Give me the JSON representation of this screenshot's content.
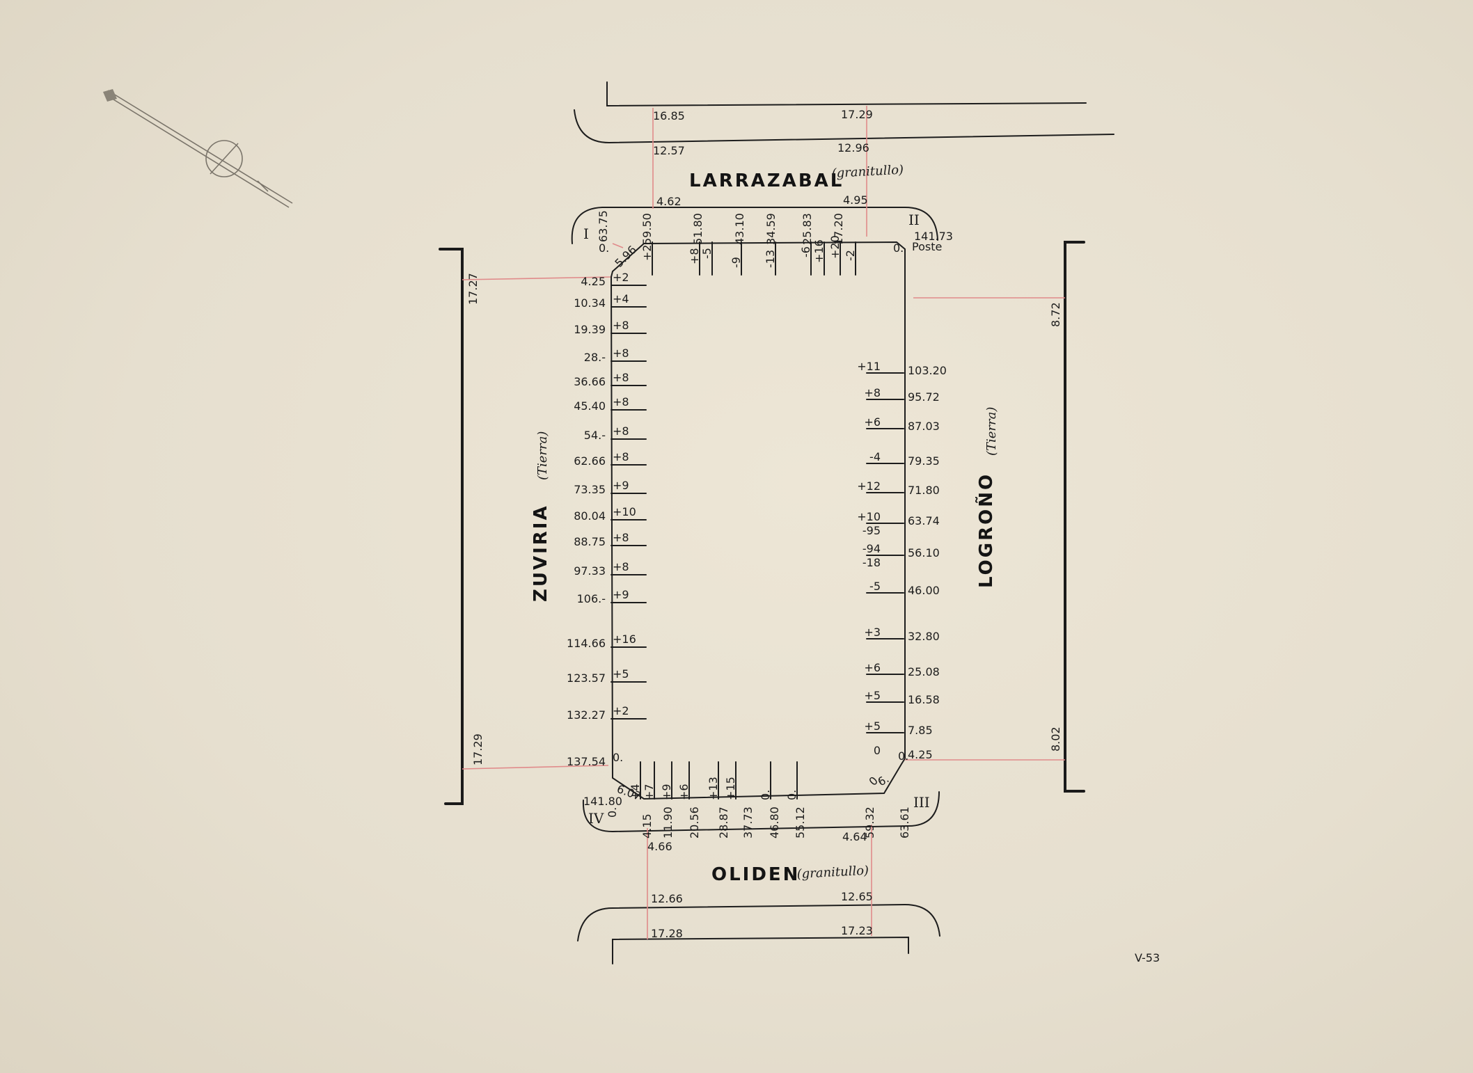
{
  "streets": {
    "north": {
      "name": "LARRAZABAL",
      "surface": "(granitullo)"
    },
    "south": {
      "name": "OLIDEN",
      "surface": "(granitullo)"
    },
    "west": {
      "name": "ZUVIRIA",
      "surface": "(Tierra)"
    },
    "east": {
      "name": "LOGROÑO",
      "surface": "(Tierra)"
    }
  },
  "corners": {
    "I": "I",
    "II": "II",
    "III": "III",
    "IV": "IV"
  },
  "sheet_mark": "V-53",
  "north_street_dims": [
    "16.85",
    "17.29",
    "12.57",
    "12.96",
    "4.62",
    "4.95"
  ],
  "south_street_dims": [
    "4.66",
    "4.64",
    "12.66",
    "12.65",
    "17.28",
    "17.23"
  ],
  "west_street_dims": [
    "17.27",
    "17.29"
  ],
  "east_street_dims": [
    "8.72",
    "8.02"
  ],
  "north_side": {
    "corner_value": "63.75",
    "top_labels": [
      "59.50",
      "51.80",
      "43.10",
      "34.59",
      "25.83",
      "17.20",
      "141.73"
    ],
    "top_label_extra": "Poste",
    "offsets": [
      "+2",
      "+8",
      "-5",
      "-9",
      "-13",
      "-6",
      "+16",
      "+20",
      "-2"
    ],
    "chamfer": "5.96",
    "zeros": [
      "0.",
      "0."
    ]
  },
  "west_side": {
    "rows": [
      {
        "dist": "4.25",
        "off": "+2"
      },
      {
        "dist": "10.34",
        "off": "+4"
      },
      {
        "dist": "19.39",
        "off": "+8"
      },
      {
        "dist": "28.-",
        "off": "+8"
      },
      {
        "dist": "36.66",
        "off": "+8"
      },
      {
        "dist": "45.40",
        "off": "+8"
      },
      {
        "dist": "54.-",
        "off": "+8"
      },
      {
        "dist": "62.66",
        "off": "+8"
      },
      {
        "dist": "73.35",
        "off": "+9"
      },
      {
        "dist": "80.04",
        "off": "+10"
      },
      {
        "dist": "88.75",
        "off": "+8"
      },
      {
        "dist": "97.33",
        "off": "+8"
      },
      {
        "dist": "106.-",
        "off": "+9"
      },
      {
        "dist": "114.66",
        "off": "+16"
      },
      {
        "dist": "123.57",
        "off": "+5"
      },
      {
        "dist": "132.27",
        "off": "+2"
      },
      {
        "dist": "137.54",
        "off": "0."
      }
    ]
  },
  "east_side": {
    "rows": [
      {
        "dist": "103.20",
        "off": "+11"
      },
      {
        "dist": "95.72",
        "off": "+8"
      },
      {
        "dist": "87.03",
        "off": "+6"
      },
      {
        "dist": "79.35",
        "off": "-4"
      },
      {
        "dist": "71.80",
        "off": "+12"
      },
      {
        "dist": "63.74",
        "off": "+10",
        "off2": "-95"
      },
      {
        "dist": "56.10",
        "off": "-94",
        "off2": "-18"
      },
      {
        "dist": "46.00",
        "off": "-5"
      },
      {
        "dist": "32.80",
        "off": "+3"
      },
      {
        "dist": "25.08",
        "off": "+6"
      },
      {
        "dist": "16.58",
        "off": "+5"
      },
      {
        "dist": "7.85",
        "off": "+5"
      },
      {
        "dist": "4.25",
        "off": "0"
      }
    ]
  },
  "south_side": {
    "corner_value": "141.80",
    "bottom_labels": [
      "4.15",
      "11.90",
      "20.56",
      "28.87",
      "37.73",
      "46.80",
      "55.12",
      "59.32",
      "63.61"
    ],
    "offsets": [
      "+4",
      "+7",
      "+9",
      "+6",
      "+13",
      "+15",
      "0.",
      "0."
    ],
    "chamfer_w": "6.07",
    "chamfer_e": "6.",
    "zeros": [
      "0.",
      "0.",
      "0."
    ]
  }
}
